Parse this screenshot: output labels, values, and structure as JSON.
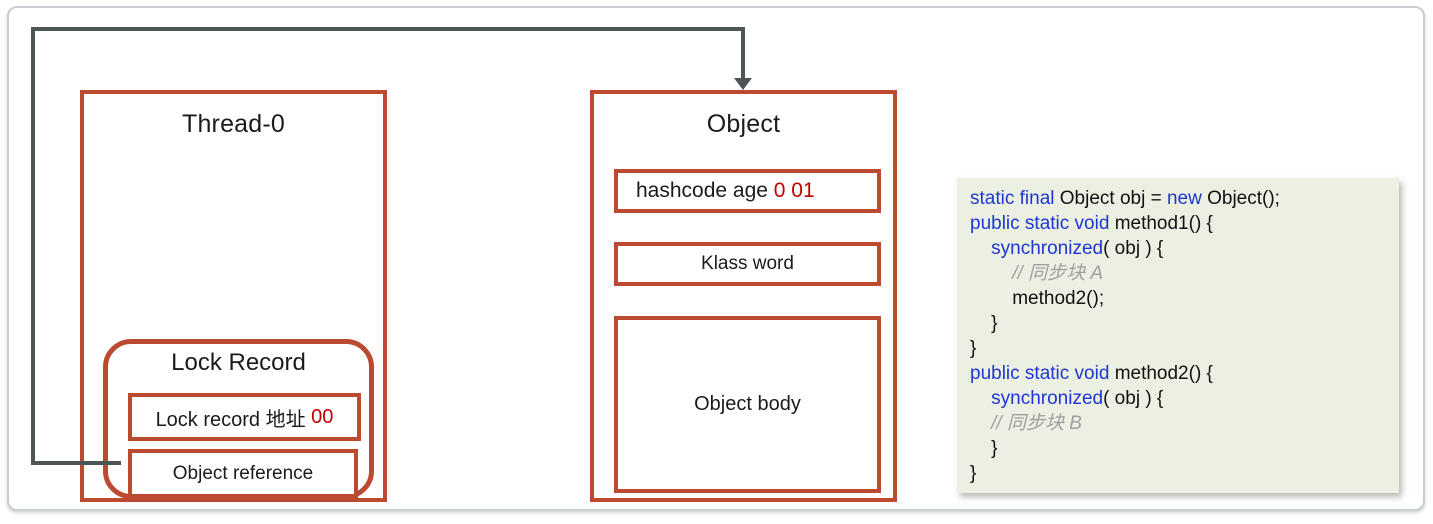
{
  "colors": {
    "box_border_red": "#bb4a31",
    "value_red": "#c00000",
    "keyword_blue": "#1e37d2",
    "comment_gray": "#a0a0a0",
    "arrow_gray": "#4d5557",
    "code_background": "#ecf0e2"
  },
  "thread": {
    "title": "Thread-0",
    "lock_record": {
      "title": "Lock Record",
      "address_label": "Lock record 地址 ",
      "address_value": "00",
      "reference_label": "Object reference"
    }
  },
  "object": {
    "title": "Object",
    "mark_word_label": "hashcode age ",
    "mark_word_value": "0 01",
    "klass_word_label": "Klass word",
    "body_label": "Object body"
  },
  "code": {
    "lines": [
      [
        "static final ",
        "Object obj = ",
        "new ",
        "Object();"
      ],
      [
        "public static void ",
        "method1() {"
      ],
      [
        "    ",
        "synchronized",
        "( obj ) {"
      ],
      [
        "        // 同步块 A"
      ],
      [
        "        method2();"
      ],
      [
        "    }"
      ],
      [
        "}"
      ],
      [
        "public static void ",
        "method2() {"
      ],
      [
        "    ",
        "synchronized",
        "( obj ) {"
      ],
      [
        "    // 同步块 B"
      ],
      [
        "    }"
      ],
      [
        "}"
      ]
    ]
  }
}
